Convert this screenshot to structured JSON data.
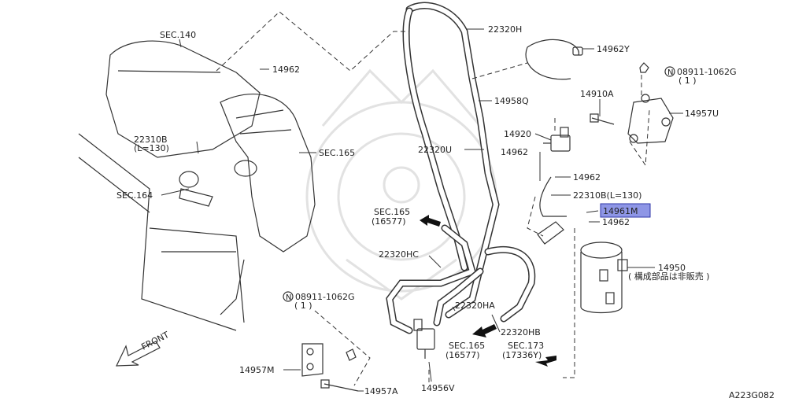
{
  "labels": {
    "sec140": "SEC.140",
    "p14962_a": "14962",
    "p22320H": "22320H",
    "p14962Y": "14962Y",
    "p08911_top": "08911-1062G",
    "p08911_top_qty": "( 1 )",
    "p14958Q": "14958Q",
    "p14910A": "14910A",
    "p14957U": "14957U",
    "p22310B_left": "22310B",
    "p22310B_left_len": "(L=130)",
    "sec165_top": "SEC.165",
    "p22320U": "22320U",
    "p14920": "14920",
    "p14962_b": "14962",
    "p14962_c": "14962",
    "p22310B_right": "22310B(L=130)",
    "sec164": "SEC.164",
    "sec165_mid": "SEC.165",
    "sec165_mid_ref": "(16577)",
    "p14961M": "14961M",
    "p14962_d": "14962",
    "p22320HC": "22320HC",
    "p14950": "14950",
    "p14950_note": "( 構成部品は非販売 )",
    "p08911_bot": "08911-1062G",
    "p08911_bot_qty": "( 1 )",
    "p22320HA": "22320HA",
    "p22320HB": "22320HB",
    "sec165_low": "SEC.165",
    "sec165_low_ref": "(16577)",
    "sec173": "SEC.173",
    "sec173_ref": "(17336Y)",
    "front": "FRONT",
    "p14957M": "14957M",
    "p14957A": "14957A",
    "p14956V": "14956V",
    "drawing_code": "A223G082"
  },
  "nut_symbol": "N",
  "colors": {
    "highlight_fill": "#8e96e6",
    "highlight_stroke": "#2d35a8",
    "line": "#333333",
    "watermark": "#e2e2e2"
  },
  "icons": [
    "front-arrow-icon",
    "direction-arrow-icon",
    "nut-symbol-icon"
  ]
}
